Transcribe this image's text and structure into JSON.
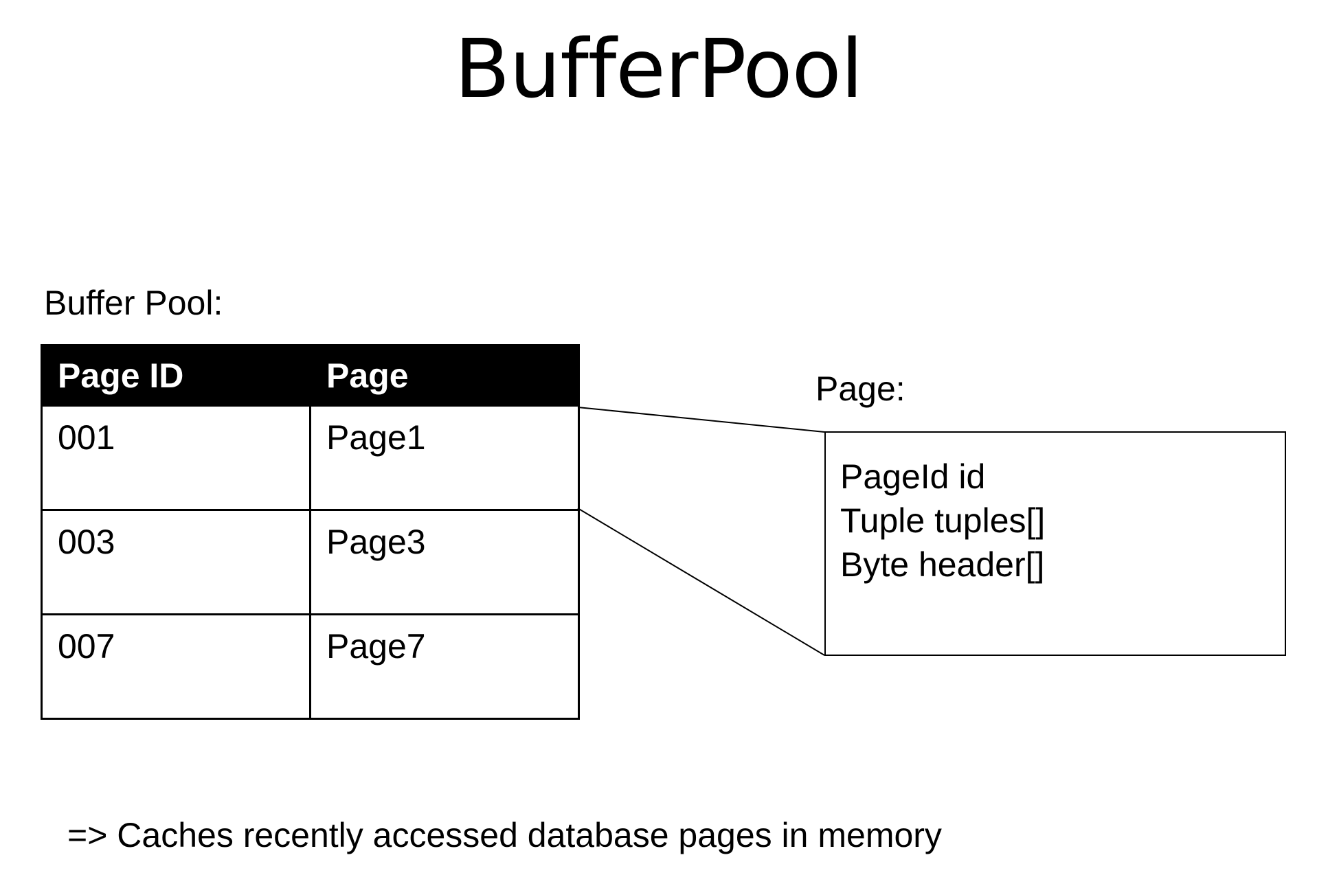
{
  "title": "BufferPool",
  "buffer_pool": {
    "label": "Buffer Pool:",
    "columns": [
      "Page ID",
      "Page"
    ],
    "rows": [
      [
        "001",
        "Page1"
      ],
      [
        "003",
        "Page3"
      ],
      [
        "007",
        "Page7"
      ]
    ]
  },
  "page": {
    "label": "Page:",
    "fields": [
      "PageId id",
      "Tuple tuples[]",
      "Byte header[]"
    ]
  },
  "footnote": "=> Caches recently accessed database pages in memory"
}
